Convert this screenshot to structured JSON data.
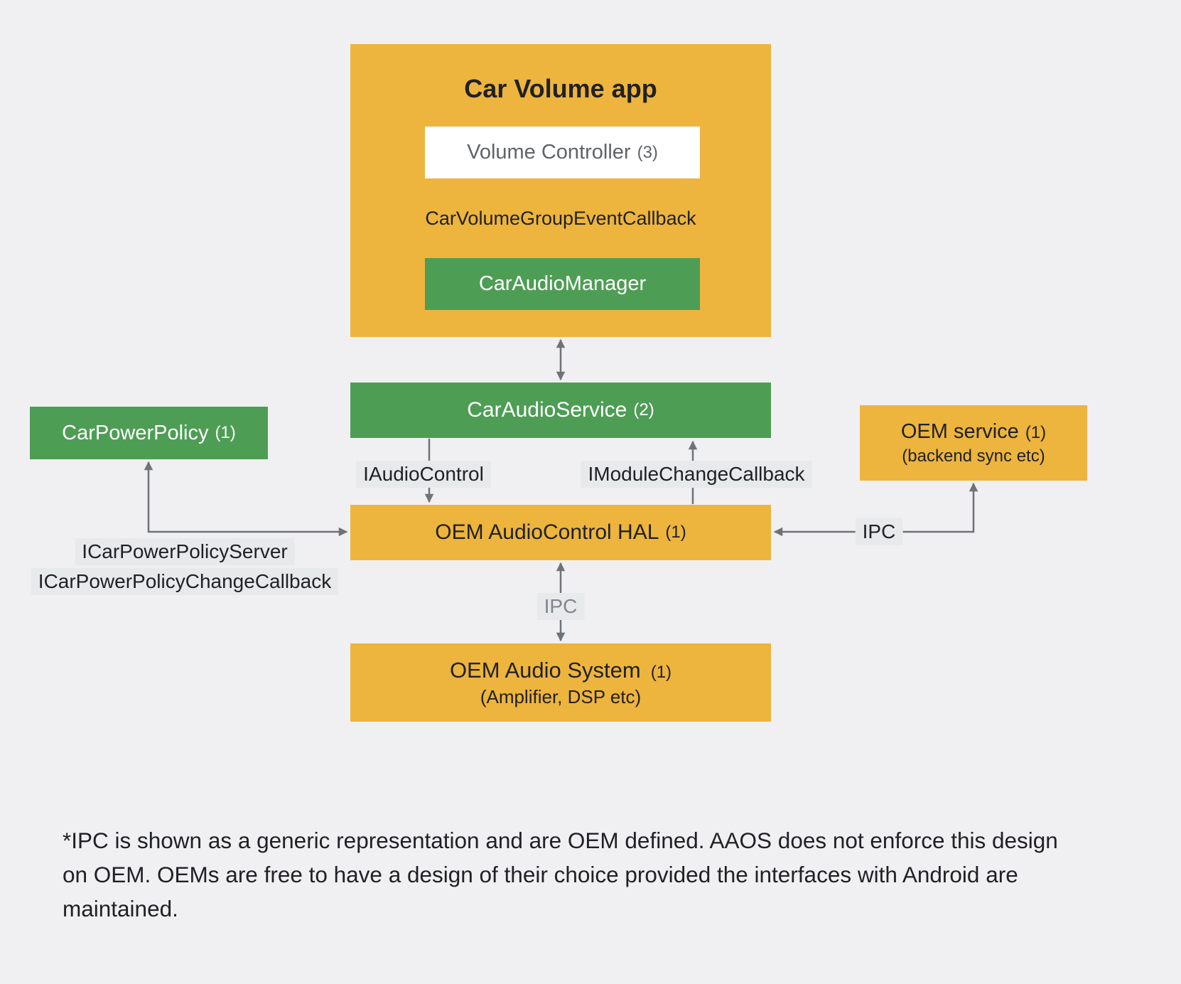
{
  "nodes": {
    "car_volume_app": {
      "title": "Car Volume app"
    },
    "volume_controller": {
      "label": "Volume Controller",
      "count": "(3)"
    },
    "car_audio_manager": {
      "label": "CarAudioManager"
    },
    "car_audio_service": {
      "label": "CarAudioService",
      "count": "(2)"
    },
    "car_power_policy": {
      "label": "CarPowerPolicy",
      "count": "(1)"
    },
    "oem_service": {
      "label": "OEM service",
      "count": "(1)",
      "subtitle": "(backend sync etc)"
    },
    "oem_audiocontrol_hal": {
      "label": "OEM AudioControl HAL",
      "count": "(1)"
    },
    "oem_audio_system": {
      "label": "OEM Audio System",
      "count": "(1)",
      "subtitle": "(Amplifier, DSP etc)"
    }
  },
  "edges": {
    "car_volume_group_event_callback": "CarVolumeGroupEventCallback",
    "i_audio_control": "IAudioControl",
    "i_module_change_callback": "IModuleChangeCallback",
    "i_car_power_policy_server": "ICarPowerPolicyServer",
    "i_car_power_policy_change_callback": "ICarPowerPolicyChangeCallback",
    "ipc_oem_service": "IPC",
    "ipc_audio_system": "IPC"
  },
  "footnote": "*IPC is shown as a generic representation and are OEM defined. AAOS does not enforce this design on OEM. OEMs are free to have a design of their choice provided the interfaces with Android are maintained.",
  "colors": {
    "background": "#F0F0F2",
    "yellow": "#EDB43E",
    "green": "#4E9D55",
    "white_box": "#FFFFFF",
    "text_dark": "#202124",
    "text_gray": "#5F6368",
    "arrow_gray": "#6F7377"
  }
}
